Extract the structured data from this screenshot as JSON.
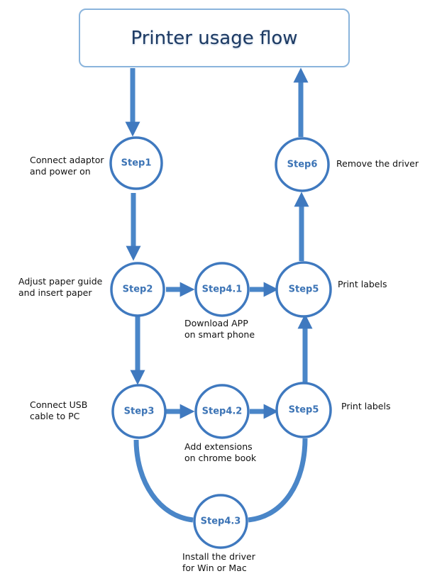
{
  "title": "Printer usage flow",
  "colors": {
    "stroke": "#3f79bf",
    "fill": "#4a86c8",
    "label": "#3b73b5",
    "border": "#8ab4dc"
  },
  "nodes": {
    "step1": "Step1",
    "step2": "Step2",
    "step3": "Step3",
    "step41": "Step4.1",
    "step42": "Step4.2",
    "step43": "Step4.3",
    "step5a": "Step5",
    "step5b": "Step5",
    "step6": "Step6"
  },
  "captions": {
    "step1": [
      "Connect adaptor",
      "and power on"
    ],
    "step2": [
      "Adjust paper guide",
      "and insert paper"
    ],
    "step3": [
      "Connect USB",
      "cable to PC"
    ],
    "step41": [
      "Download APP",
      "on smart phone"
    ],
    "step42": [
      "Add extensions",
      "on chrome book"
    ],
    "step43": [
      "Install the driver",
      "for Win or Mac"
    ],
    "step5a": [
      "Print labels"
    ],
    "step5b": [
      "Print labels"
    ],
    "step6": [
      "Remove the driver"
    ]
  }
}
